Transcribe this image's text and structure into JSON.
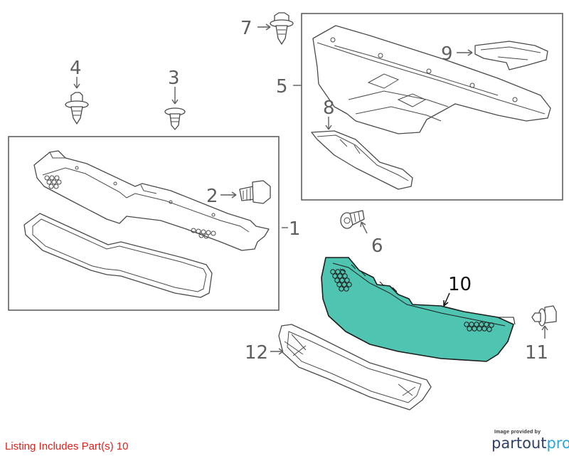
{
  "callouts": {
    "c1": "1",
    "c2": "2",
    "c3": "3",
    "c4": "4",
    "c5": "5",
    "c6": "6",
    "c7": "7",
    "c8": "8",
    "c9": "9",
    "c10": "10",
    "c11": "11",
    "c12": "12"
  },
  "listing_note": "Listing Includes Part(s) 10",
  "credit": {
    "small": "Image provided by",
    "brand_a": "partout",
    "brand_b": "pro"
  },
  "colors": {
    "highlight": "#4fc4b0",
    "note": "#e0201b",
    "brand_dark": "#2e3e64",
    "brand_light": "#2aa6d9"
  }
}
